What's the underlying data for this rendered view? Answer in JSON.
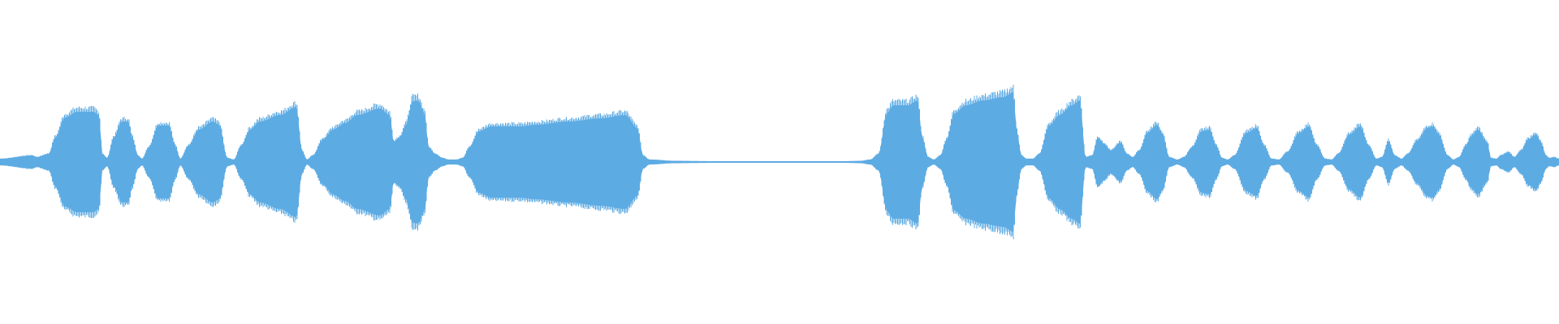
{
  "waveform": {
    "color": "#5dabe3",
    "background": "#ffffff",
    "envelope": [
      [
        0,
        4
      ],
      [
        40,
        8
      ],
      [
        45,
        6
      ],
      [
        60,
        10
      ],
      [
        68,
        30
      ],
      [
        80,
        55
      ],
      [
        95,
        62
      ],
      [
        115,
        62
      ],
      [
        122,
        58
      ],
      [
        126,
        10
      ],
      [
        132,
        5
      ],
      [
        140,
        30
      ],
      [
        150,
        50
      ],
      [
        158,
        50
      ],
      [
        163,
        30
      ],
      [
        170,
        8
      ],
      [
        175,
        4
      ],
      [
        183,
        18
      ],
      [
        195,
        45
      ],
      [
        208,
        45
      ],
      [
        216,
        20
      ],
      [
        222,
        4
      ],
      [
        232,
        20
      ],
      [
        245,
        40
      ],
      [
        262,
        50
      ],
      [
        270,
        46
      ],
      [
        280,
        5
      ],
      [
        288,
        3
      ],
      [
        297,
        20
      ],
      [
        308,
        40
      ],
      [
        320,
        50
      ],
      [
        345,
        58
      ],
      [
        365,
        68
      ],
      [
        372,
        14
      ],
      [
        378,
        3
      ],
      [
        385,
        8
      ],
      [
        398,
        28
      ],
      [
        410,
        40
      ],
      [
        425,
        48
      ],
      [
        440,
        58
      ],
      [
        468,
        66
      ],
      [
        480,
        58
      ],
      [
        485,
        25
      ],
      [
        492,
        30
      ],
      [
        500,
        46
      ],
      [
        508,
        75
      ],
      [
        515,
        76
      ],
      [
        523,
        60
      ],
      [
        528,
        18
      ],
      [
        536,
        10
      ],
      [
        545,
        5
      ],
      [
        552,
        3
      ],
      [
        562,
        3
      ],
      [
        570,
        5
      ],
      [
        578,
        18
      ],
      [
        590,
        38
      ],
      [
        605,
        44
      ],
      [
        640,
        44
      ],
      [
        660,
        46
      ],
      [
        700,
        50
      ],
      [
        740,
        54
      ],
      [
        770,
        58
      ],
      [
        785,
        42
      ],
      [
        792,
        8
      ],
      [
        800,
        3
      ],
      [
        830,
        1.5
      ],
      [
        880,
        1
      ],
      [
        1040,
        1
      ],
      [
        1060,
        1.5
      ],
      [
        1072,
        3
      ],
      [
        1082,
        10
      ],
      [
        1092,
        60
      ],
      [
        1100,
        70
      ],
      [
        1118,
        70
      ],
      [
        1130,
        76
      ],
      [
        1136,
        30
      ],
      [
        1143,
        6
      ],
      [
        1150,
        3
      ],
      [
        1158,
        8
      ],
      [
        1166,
        28
      ],
      [
        1175,
        60
      ],
      [
        1190,
        70
      ],
      [
        1210,
        76
      ],
      [
        1235,
        80
      ],
      [
        1248,
        86
      ],
      [
        1252,
        40
      ],
      [
        1258,
        8
      ],
      [
        1264,
        4
      ],
      [
        1272,
        4
      ],
      [
        1280,
        10
      ],
      [
        1292,
        45
      ],
      [
        1305,
        58
      ],
      [
        1320,
        70
      ],
      [
        1330,
        76
      ],
      [
        1337,
        6
      ],
      [
        1345,
        8
      ],
      [
        1352,
        30
      ],
      [
        1360,
        22
      ],
      [
        1368,
        14
      ],
      [
        1380,
        24
      ],
      [
        1388,
        10
      ],
      [
        1395,
        6
      ],
      [
        1403,
        14
      ],
      [
        1413,
        36
      ],
      [
        1425,
        46
      ],
      [
        1432,
        34
      ],
      [
        1440,
        6
      ],
      [
        1450,
        3
      ],
      [
        1458,
        6
      ],
      [
        1468,
        18
      ],
      [
        1480,
        38
      ],
      [
        1490,
        40
      ],
      [
        1498,
        20
      ],
      [
        1505,
        5
      ],
      [
        1512,
        3
      ],
      [
        1520,
        8
      ],
      [
        1535,
        36
      ],
      [
        1548,
        42
      ],
      [
        1557,
        20
      ],
      [
        1566,
        4
      ],
      [
        1575,
        3
      ],
      [
        1585,
        12
      ],
      [
        1600,
        36
      ],
      [
        1612,
        44
      ],
      [
        1622,
        20
      ],
      [
        1632,
        4
      ],
      [
        1640,
        3
      ],
      [
        1648,
        10
      ],
      [
        1662,
        34
      ],
      [
        1675,
        44
      ],
      [
        1686,
        20
      ],
      [
        1695,
        4
      ],
      [
        1702,
        6
      ],
      [
        1710,
        26
      ],
      [
        1718,
        8
      ],
      [
        1726,
        4
      ],
      [
        1734,
        10
      ],
      [
        1745,
        26
      ],
      [
        1758,
        42
      ],
      [
        1765,
        44
      ],
      [
        1772,
        34
      ],
      [
        1783,
        8
      ],
      [
        1790,
        3
      ],
      [
        1797,
        6
      ],
      [
        1805,
        20
      ],
      [
        1812,
        32
      ],
      [
        1820,
        40
      ],
      [
        1832,
        24
      ],
      [
        1836,
        5
      ],
      [
        1843,
        4
      ],
      [
        1848,
        8
      ],
      [
        1858,
        12
      ],
      [
        1865,
        6
      ],
      [
        1873,
        14
      ],
      [
        1882,
        28
      ],
      [
        1892,
        34
      ],
      [
        1898,
        24
      ],
      [
        1904,
        8
      ],
      [
        1908,
        5
      ],
      [
        1914,
        6
      ],
      [
        1920,
        4
      ]
    ]
  }
}
